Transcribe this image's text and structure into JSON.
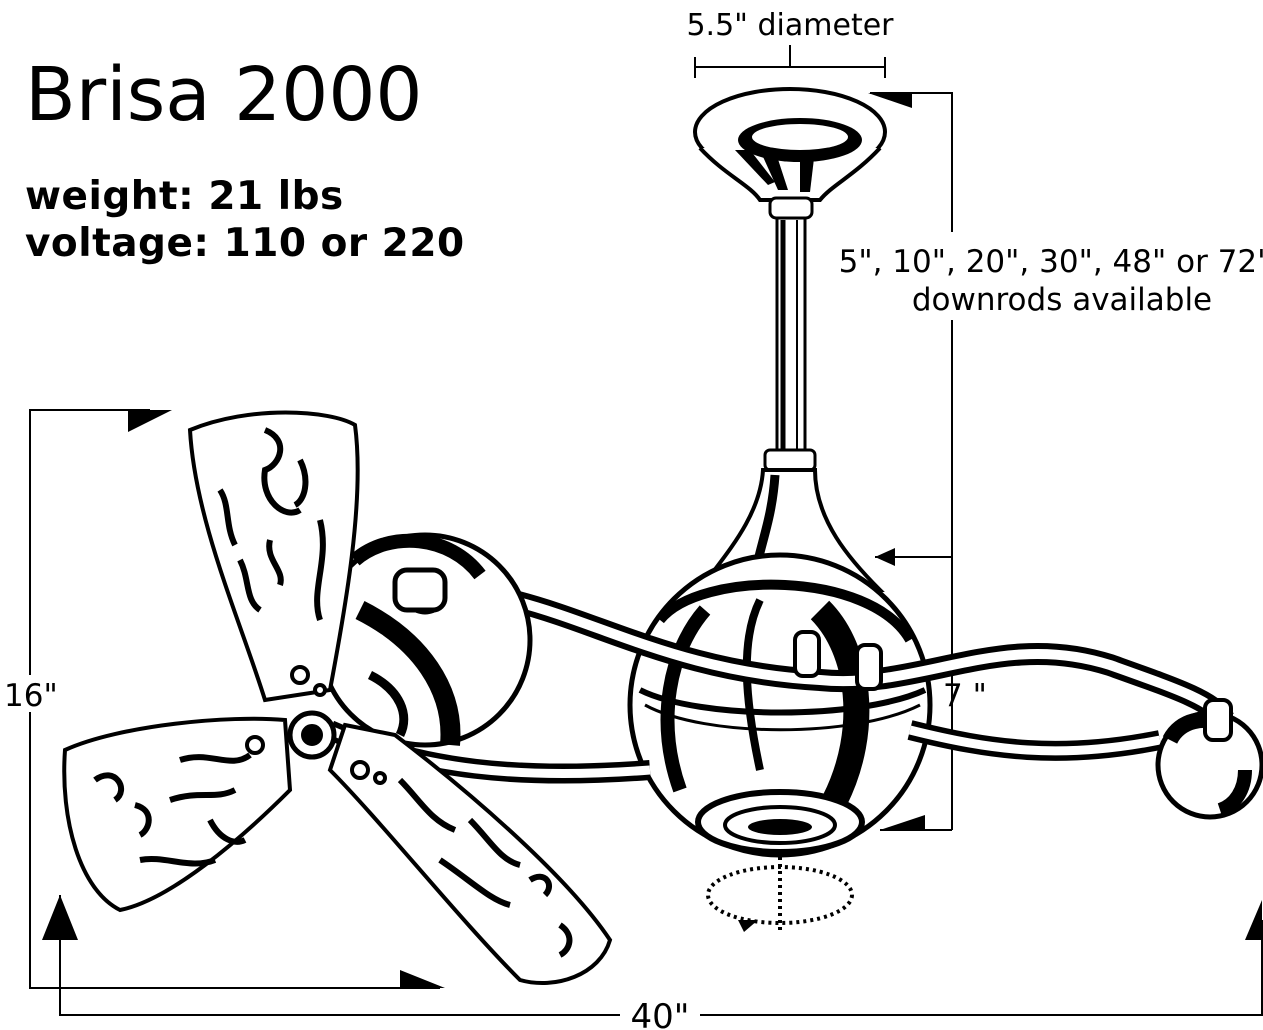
{
  "title": "Brisa 2000",
  "specs": {
    "weight": "weight:  21 lbs",
    "voltage": "voltage: 110 or 220"
  },
  "dimensions": {
    "canopy_diameter": "5.5\" diameter",
    "downrods_line1": "5\", 10\", 20\", 30\", 48\" or 72\"",
    "downrods_line2": "downrods available",
    "height_total": "16\"",
    "body_height": "7 \"",
    "width_total": "40\""
  },
  "colors": {
    "ink": "#000000",
    "paper": "#ffffff"
  }
}
